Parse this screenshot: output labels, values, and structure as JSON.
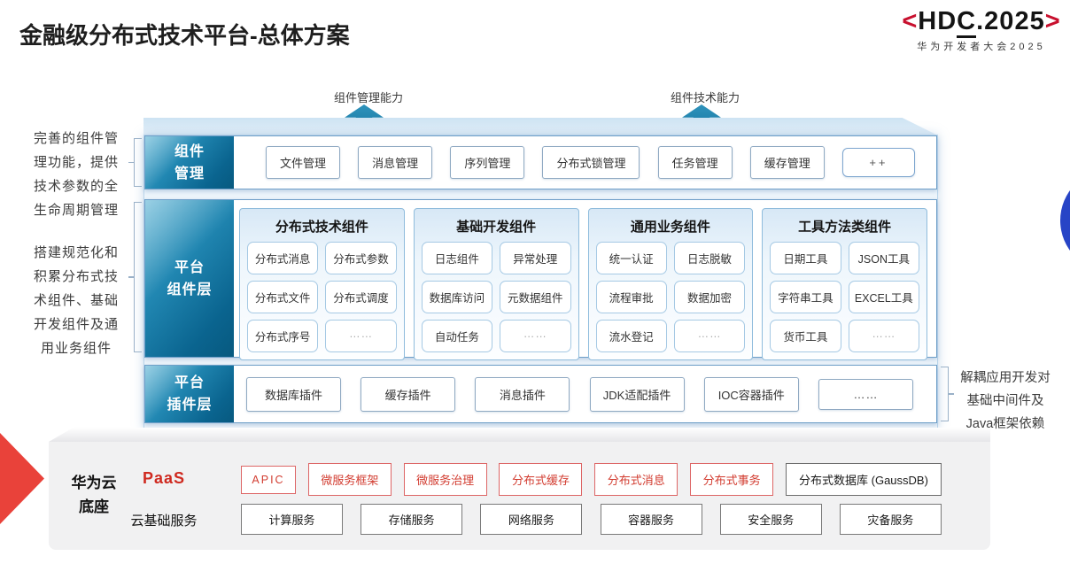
{
  "header": {
    "title": "金融级分布式技术平台-总体方案"
  },
  "logo": {
    "bracket_left": "<",
    "part_hd": "HD",
    "part_c": "C",
    "part_year": ".2025",
    "bracket_right": ">",
    "subtitle": "华为开发者大会2025",
    "accent_color": "#c8102e"
  },
  "notes": {
    "left_top": "完善的组件管理功能，提供技术参数的全生命周期管理",
    "left_middle": "搭建规范化和积累分布式技术组件、基础开发组件及通用业务组件",
    "right": "解耦应用开发对基础中间件及Java框架依赖"
  },
  "capability_arrows": {
    "management": "组件管理能力",
    "technology": "组件技术能力"
  },
  "layers": {
    "component_management": {
      "label_lines": [
        "组件",
        "管理"
      ],
      "items": [
        "文件管理",
        "消息管理",
        "序列管理",
        "分布式锁管理",
        "任务管理",
        "缓存管理",
        "++"
      ]
    },
    "platform_component": {
      "label_lines": [
        "平台",
        "组件层"
      ],
      "groups": [
        {
          "title": "分布式技术组件",
          "items": [
            "分布式消息",
            "分布式参数",
            "分布式文件",
            "分布式调度",
            "分布式序号",
            "……"
          ]
        },
        {
          "title": "基础开发组件",
          "items": [
            "日志组件",
            "异常处理",
            "数据库访问",
            "元数据组件",
            "自动任务",
            "……"
          ]
        },
        {
          "title": "通用业务组件",
          "items": [
            "统一认证",
            "日志脱敏",
            "流程审批",
            "数据加密",
            "流水登记",
            "……"
          ]
        },
        {
          "title": "工具方法类组件",
          "items": [
            "日期工具",
            "JSON工具",
            "字符串工具",
            "EXCEL工具",
            "货币工具",
            "……"
          ]
        }
      ]
    },
    "platform_plugin": {
      "label_lines": [
        "平台",
        "插件层"
      ],
      "items": [
        "数据库插件",
        "缓存插件",
        "消息插件",
        "JDK适配插件",
        "IOC容器插件",
        "……"
      ]
    }
  },
  "cloud_base": {
    "label_lines": [
      "华为云",
      "底座"
    ],
    "paas_label": "PaaS",
    "paas_items": [
      "APIC",
      "微服务框架",
      "微服务治理",
      "分布式缓存",
      "分布式消息",
      "分布式事务"
    ],
    "paas_db_item": "分布式数据库 (GaussDB)",
    "iaas_label": "云基础服务",
    "iaas_items": [
      "计算服务",
      "存储服务",
      "网络服务",
      "容器服务",
      "安全服务",
      "灾备服务"
    ]
  },
  "colors": {
    "teal_layer": "#0f6f9e",
    "paas_red": "#cf2a20",
    "circle_blue": "#2744c6",
    "cloud_panel_gray": "#f1f1f2"
  }
}
